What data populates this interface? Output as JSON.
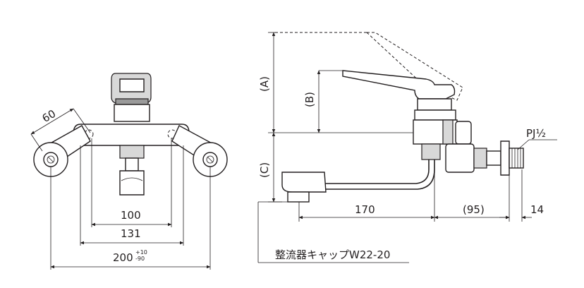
{
  "front_view": {
    "dim_eccentric": "60",
    "dim_inner": "100",
    "dim_mid": "131",
    "dim_total": "200",
    "dim_total_tol_upper": "+10",
    "dim_total_tol_lower": "-90"
  },
  "side_view": {
    "dim_a": "(A)",
    "dim_b": "(B)",
    "dim_c": "(C)",
    "dim_spout": "170",
    "dim_95": "(95)",
    "dim_14": "14",
    "pipe_label": "PJ½",
    "aerator_label": "整流器キャップW22-20"
  }
}
